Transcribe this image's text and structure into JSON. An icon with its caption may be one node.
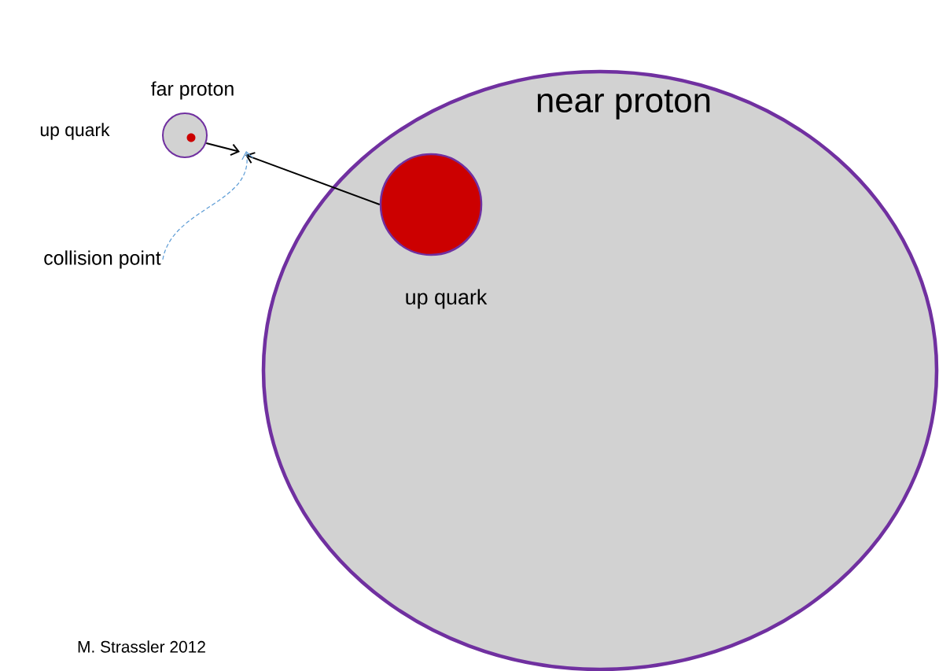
{
  "diagram": {
    "nodes": [
      {
        "text": [
          "near proton"
        ]
      },
      {
        "text": [],
        "shape": "circle",
        "in": 0,
        "beside": [
          "up quark"
        ]
      },
      {
        "text": [
          "far proton"
        ]
      },
      {
        "text": [],
        "shape": "circle",
        "in": 2
      },
      {
        "text": [
          "collision point"
        ]
      }
    ],
    "edges": [
      {
        "from": 2,
        "to": null,
        "arrow": "to"
      },
      {
        "from": 1,
        "to": null,
        "arrow": "to"
      },
      {
        "from": 4,
        "to": null,
        "arrow": "to",
        "style": "dashed",
        "color": "#5b9bd5"
      }
    ],
    "labels": [
      "up quark",
      "M. Strassler 2012"
    ]
  }
}
